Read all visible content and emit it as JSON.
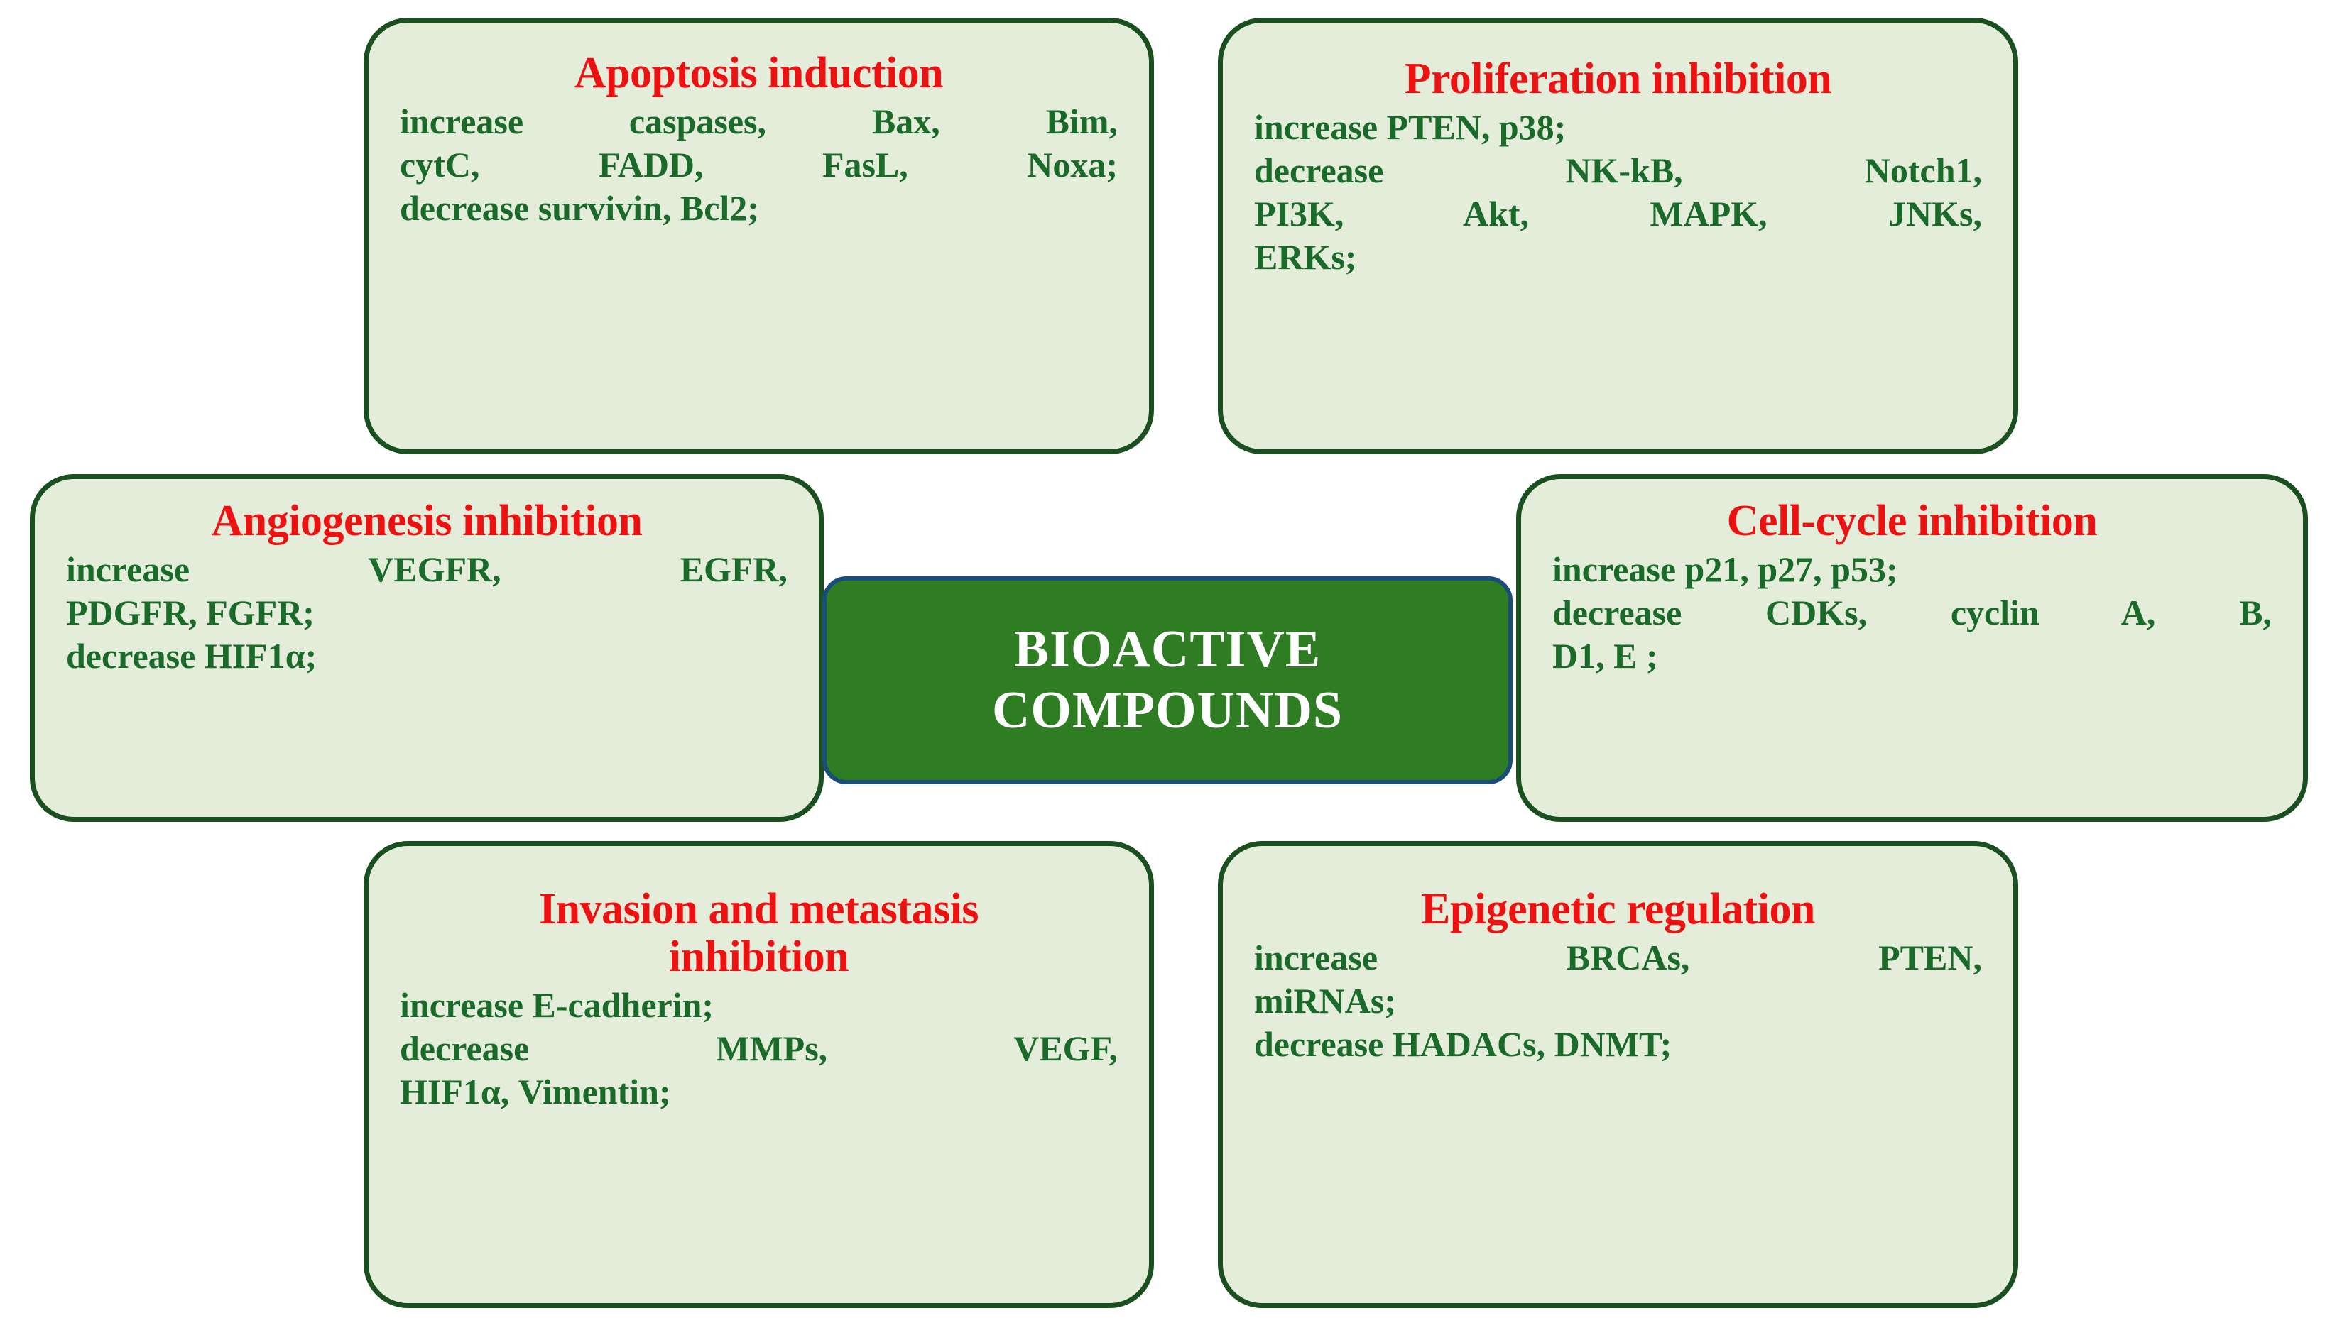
{
  "diagram": {
    "title": "Bioactive compounds anticancer mechanisms",
    "colors": {
      "card_fill": "#e4edd9",
      "card_border": "#1a5020",
      "heading_red": "#ee1111",
      "body_green": "#1a6b2a",
      "center_fill": "#2e7d23",
      "center_border": "#1a4d7a",
      "center_text": "#ffffff",
      "page_background": "#ffffff"
    },
    "center": {
      "label": "BIOACTIVE\nCOMPOUNDS"
    },
    "nodes": [
      {
        "id": "apoptosis",
        "title": "Apoptosis induction",
        "lines": [
          "increase caspases, Bax, Bim,",
          "cytC, FADD, FasL, Noxa;",
          "decrease survivin, Bcl2;"
        ],
        "increase": [
          "caspases",
          "Bax",
          "Bim",
          "cytC",
          "FADD",
          "FasL",
          "Noxa"
        ],
        "decrease": [
          "survivin",
          "Bcl2"
        ]
      },
      {
        "id": "proliferation",
        "title": "Proliferation inhibition",
        "lines": [
          "increase PTEN, p38;",
          "decrease NK-kB, Notch1,",
          "PI3K, Akt, MAPK, JNKs,",
          "ERKs;"
        ],
        "increase": [
          "PTEN",
          "p38"
        ],
        "decrease": [
          "NK-kB",
          "Notch1",
          "PI3K",
          "Akt",
          "MAPK",
          "JNKs",
          "ERKs"
        ]
      },
      {
        "id": "angiogenesis",
        "title": "Angiogenesis inhibition",
        "lines": [
          "increase VEGFR, EGFR,",
          "PDGFR, FGFR;",
          "decrease HIF1α;"
        ],
        "increase": [
          "VEGFR",
          "EGFR",
          "PDGFR",
          "FGFR"
        ],
        "decrease": [
          "HIF1α"
        ]
      },
      {
        "id": "cellcycle",
        "title": "Cell-cycle inhibition",
        "lines": [
          "increase p21, p27, p53;",
          "decrease CDKs, cyclin A, B,",
          "D1, E ;"
        ],
        "increase": [
          "p21",
          "p27",
          "p53"
        ],
        "decrease": [
          "CDKs",
          "cyclin A",
          "cyclin B",
          "cyclin D1",
          "cyclin E"
        ]
      },
      {
        "id": "invasion",
        "title": "Invasion and metastasis\ninhibition",
        "lines": [
          "increase E-cadherin;",
          "decrease MMPs, VEGF,",
          "HIF1α, Vimentin;"
        ],
        "increase": [
          "E-cadherin"
        ],
        "decrease": [
          "MMPs",
          "VEGF",
          "HIF1α",
          "Vimentin"
        ]
      },
      {
        "id": "epigenetic",
        "title": "Epigenetic regulation",
        "lines": [
          "increase BRCAs, PTEN,",
          "miRNAs;",
          "decrease HADACs, DNMT;"
        ],
        "increase": [
          "BRCAs",
          "PTEN",
          "miRNAs"
        ],
        "decrease": [
          "HADACs",
          "DNMT"
        ]
      }
    ]
  }
}
